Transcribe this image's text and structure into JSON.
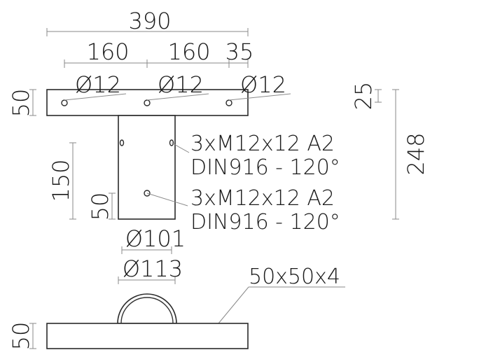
{
  "dimensions": {
    "overall_width": "390",
    "hole_spacing_1": "160",
    "hole_spacing_2": "160",
    "edge_offset": "35",
    "hole_dia_1": "Ø12",
    "hole_dia_2": "Ø12",
    "hole_dia_3": "Ø12",
    "plate_thickness_top": "50",
    "flange_thickness": "25",
    "overall_height": "248",
    "tube_length": "150",
    "screw_offset": "50",
    "inner_diameter": "Ø101",
    "outer_diameter": "Ø113",
    "plate_thickness_bottom": "50"
  },
  "notes": {
    "screws_upper_line1": "3xM12x12 A2",
    "screws_upper_line2": "DIN916 - 120°",
    "screws_lower_line1": "3xM12x12 A2",
    "screws_lower_line2": "DIN916 - 120°",
    "profile": "50x50x4"
  }
}
